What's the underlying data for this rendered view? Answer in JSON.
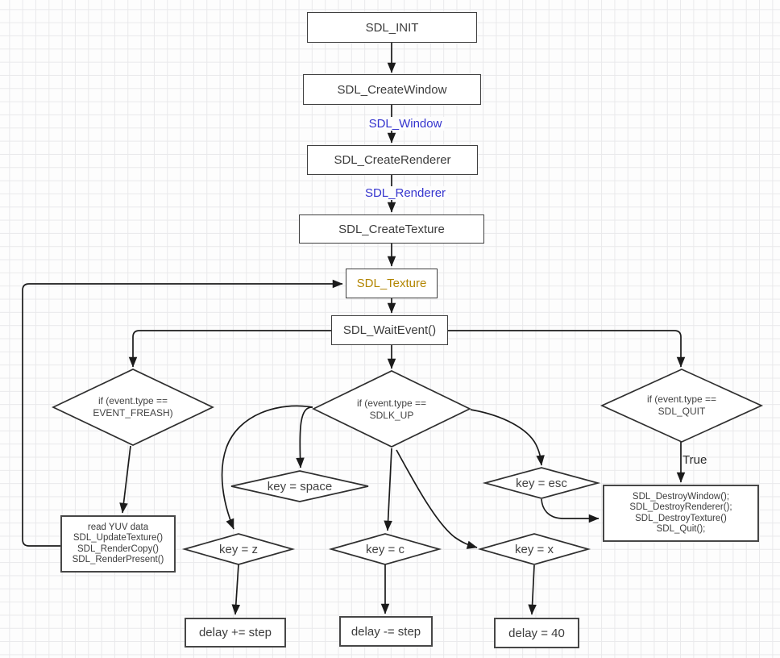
{
  "palette": {
    "edge_label_blue": "#3534CE",
    "texture_gold": "#B28500",
    "stroke_dark": "#2f2f2f"
  },
  "nodes": {
    "init": {
      "label": "SDL_INIT"
    },
    "create_window": {
      "label": "SDL_CreateWindow"
    },
    "create_renderer": {
      "label": "SDL_CreateRenderer"
    },
    "create_texture": {
      "label": "SDL_CreateTexture"
    },
    "texture": {
      "label": "SDL_Texture"
    },
    "wait_event": {
      "label": "SDL_WaitEvent()"
    },
    "cond_fresh": {
      "line1": "if (event.type ==",
      "line2": "EVENT_FREASH)"
    },
    "cond_key_up": {
      "line1": "if (event.type ==",
      "line2": "SDLK_UP"
    },
    "cond_quit": {
      "line1": "if (event.type ==",
      "line2": "SDL_QUIT"
    },
    "key_space": {
      "label": "key = space"
    },
    "key_z": {
      "label": "key = z"
    },
    "key_c": {
      "label": "key = c"
    },
    "key_esc": {
      "label": "key = esc"
    },
    "key_x": {
      "label": "key = x"
    },
    "read_yuv": {
      "lines": [
        "read YUV data",
        "SDL_UpdateTexture()",
        "SDL_RenderCopy()",
        "SDL_RenderPresent()"
      ]
    },
    "destroy": {
      "lines": [
        "SDL_DestroyWindow();",
        "SDL_DestroyRenderer();",
        "SDL_DestroyTexture()",
        "SDL_Quit();"
      ]
    },
    "delay_plus": {
      "label": "delay += step"
    },
    "delay_minus": {
      "label": "delay -= step"
    },
    "delay_40": {
      "label": "delay = 40"
    }
  },
  "edge_labels": {
    "window": "SDL_Window",
    "renderer": "SDL_Renderer",
    "quit_true": "True"
  }
}
